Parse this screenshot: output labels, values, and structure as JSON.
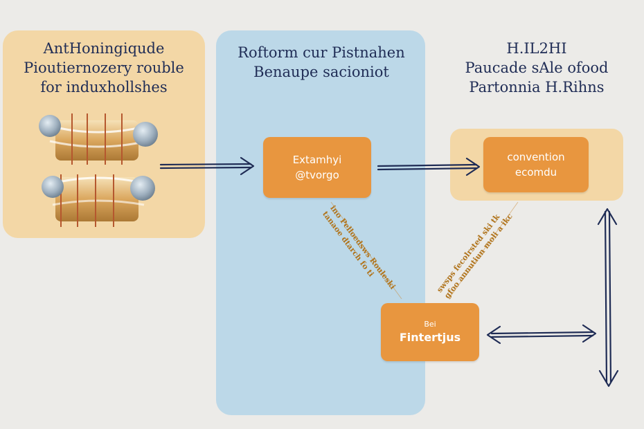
{
  "panels": {
    "left": {
      "heading": [
        "AntHoningiqude",
        "Pioutiernozery rouble",
        "for induxhollshes"
      ]
    },
    "middle": {
      "heading": [
        "Roftorm cur Pistnahen",
        "Benaupe sacioniot"
      ]
    },
    "right": {
      "heading": [
        "H.IL2HI",
        "Paucade sAle ofood",
        "Partonnia H.Rihns"
      ]
    }
  },
  "nodes": {
    "extract": {
      "line1": "Extamhyi",
      "line2": "@tvorgo"
    },
    "convert": {
      "line1": "convention",
      "line2": "ecomdu"
    },
    "final": {
      "small": "Bei",
      "big": "Fintertjus"
    }
  },
  "edge_labels": {
    "left": [
      "ino Pelloedsws Rouleski",
      "tanaoe dtarch fo ti"
    ],
    "right": [
      "swsps fecolrsted ski tk",
      "gfoo annutiun moli a ikc"
    ]
  },
  "colors": {
    "background": "#ecebe8",
    "panel_peach": "#f3d7a6",
    "panel_blue": "#bcd8e8",
    "node_orange": "#e8963f",
    "arrow_navy": "#1f2c55",
    "label_ochre": "#b0741c"
  },
  "icons": {
    "illustration": "pulley-rollers-with-food-icon",
    "arrow": "double-line-arrow-icon"
  }
}
